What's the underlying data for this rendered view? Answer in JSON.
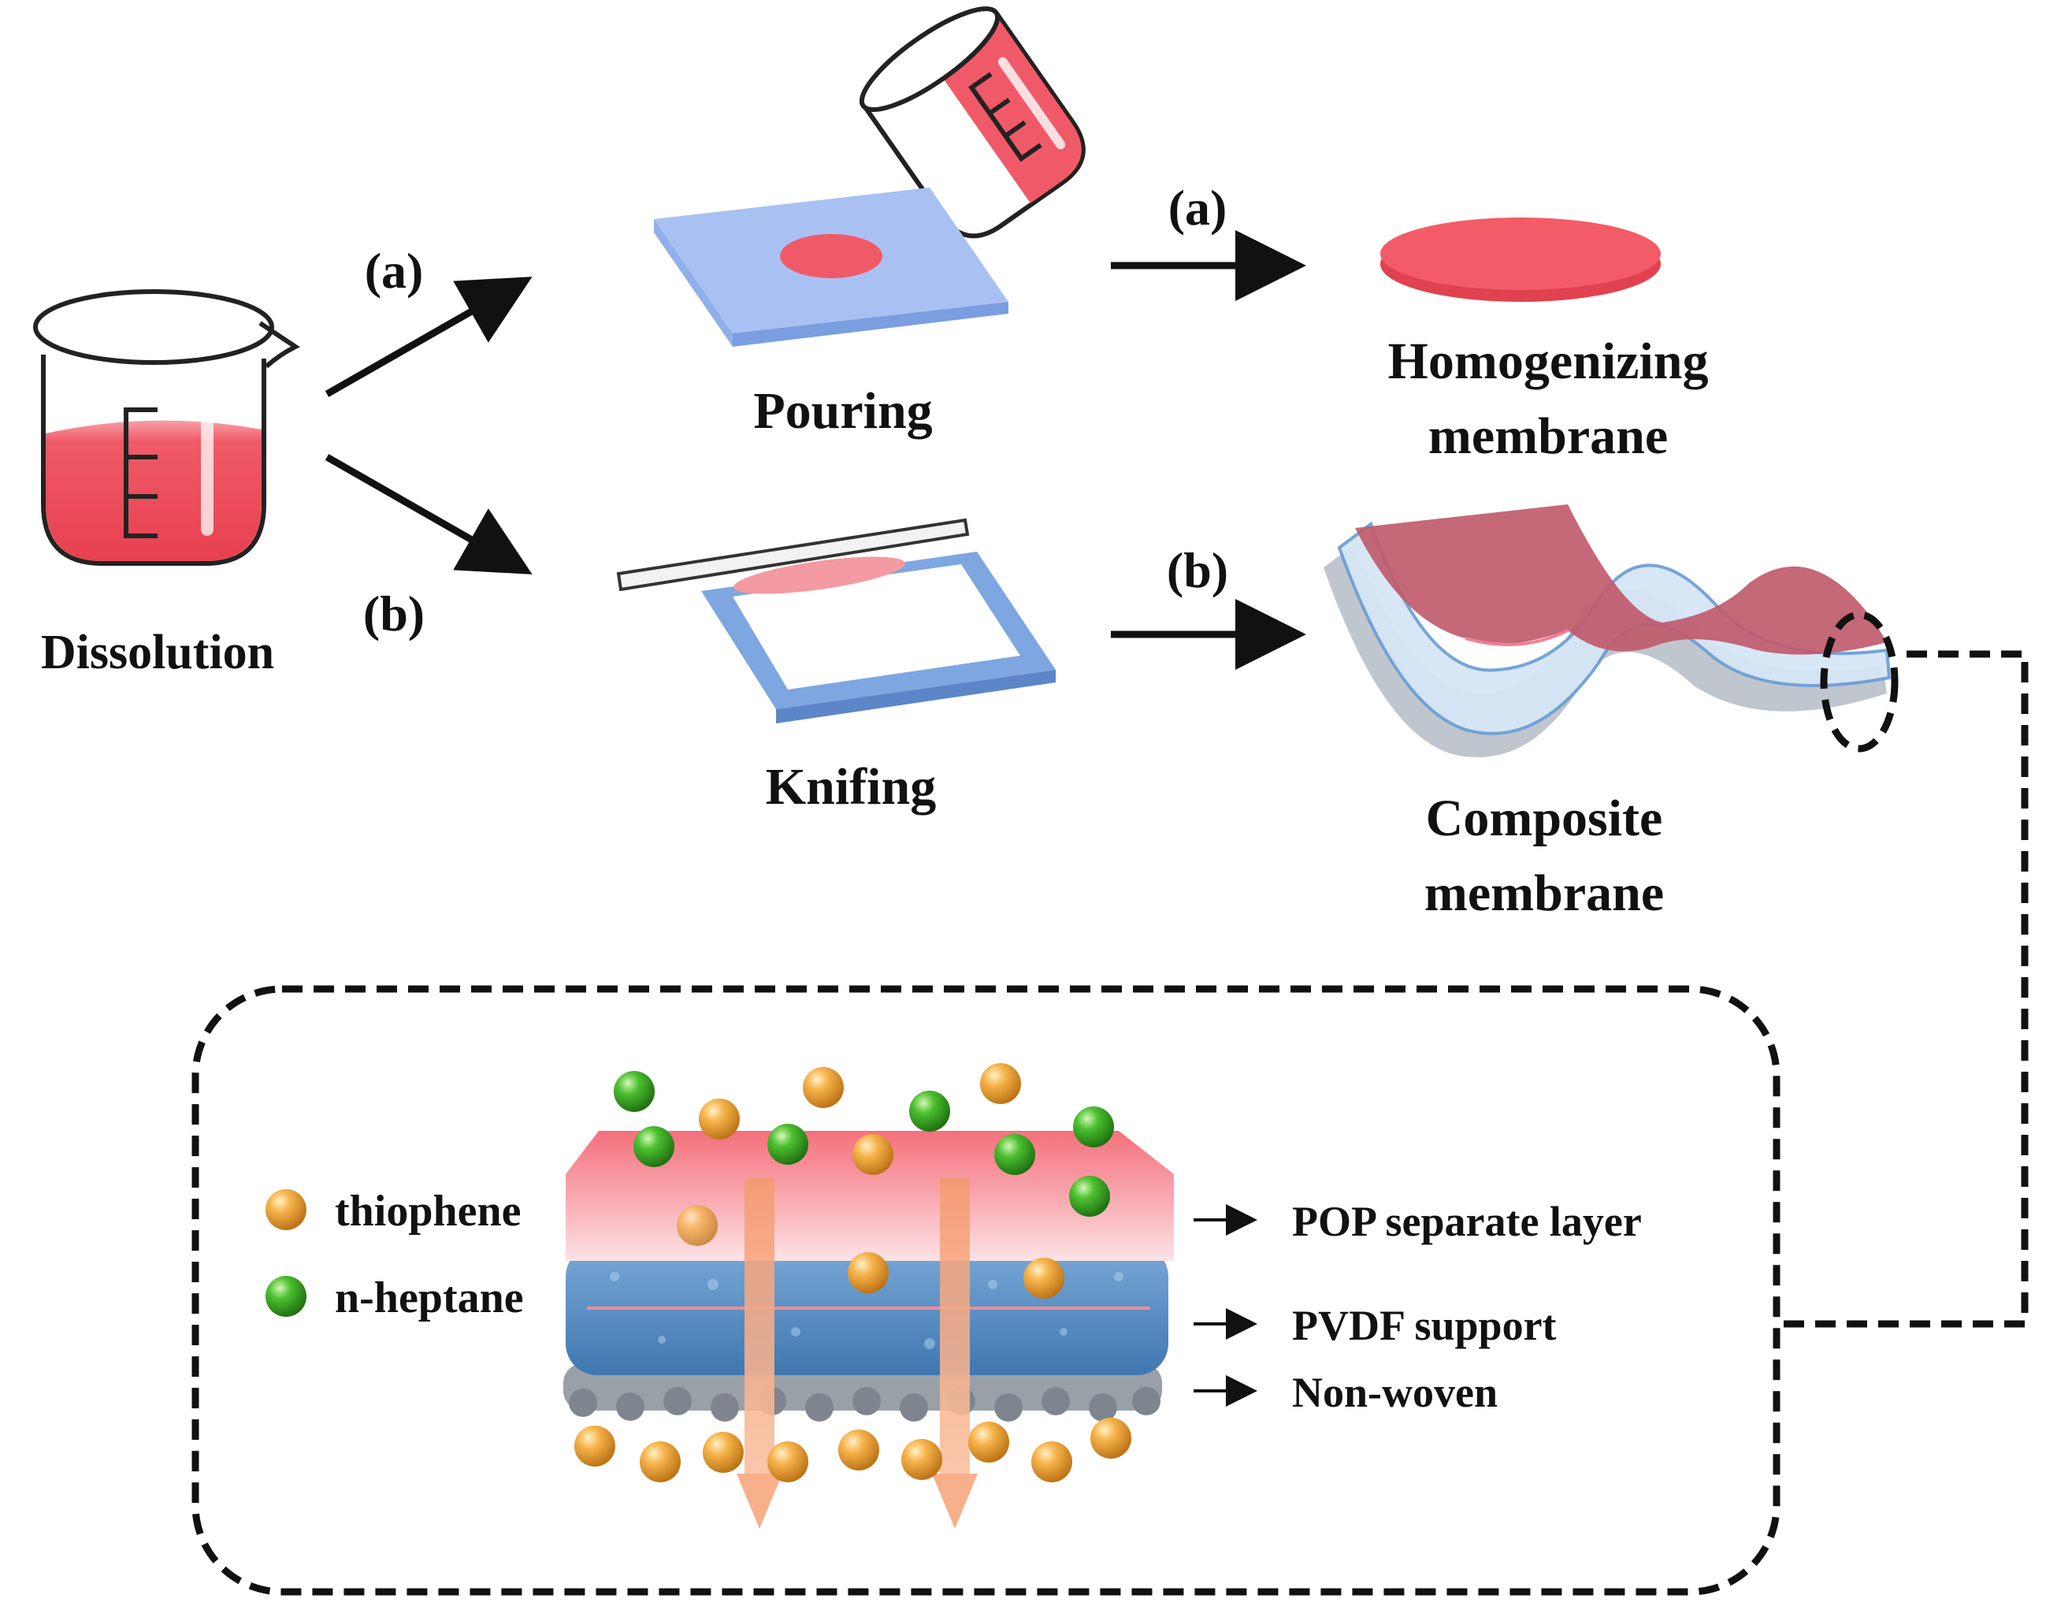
{
  "labels": {
    "dissolution": "Dissolution",
    "route_a": "(a)",
    "route_b": "(b)",
    "pouring": "Pouring",
    "knifing": "Knifing",
    "arrow_a": "(a)",
    "arrow_b": "(b)",
    "homogenizing_line1": "Homogenizing",
    "homogenizing_line2": "membrane",
    "composite_line1": "Composite",
    "composite_line2": "membrane"
  },
  "legend": {
    "thiophene": "thiophene",
    "n_heptane": "n-heptane"
  },
  "layers": {
    "pop": "POP separate layer",
    "pvdf": "PVDF support",
    "nonwoven": "Non-woven"
  },
  "colors": {
    "solution": "#f0505f",
    "solution_light": "#f7a3ab",
    "glass_plate": "#9db8f0",
    "knife_frame": "#7ea6e0",
    "pop_layer": "#f58a94",
    "pvdf_layer": "#5a8fc4",
    "nonwoven": "#9a9fa8",
    "thiophene": "#f0a437",
    "n_heptane": "#3fae2a",
    "flow_arrow": "#f7a57c"
  }
}
